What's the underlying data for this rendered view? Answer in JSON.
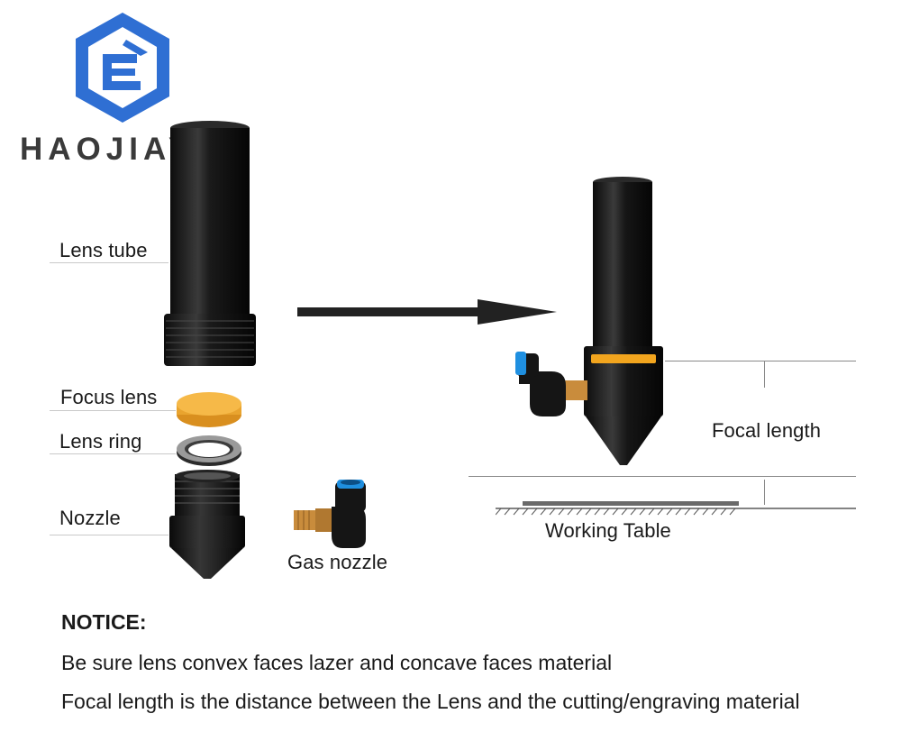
{
  "brand": {
    "name": "HAOJIAYI"
  },
  "parts": {
    "lens_tube": "Lens tube",
    "focus_lens": "Focus lens",
    "lens_ring": "Lens ring",
    "nozzle": "Nozzle",
    "gas_nozzle": "Gas nozzle"
  },
  "assembly": {
    "focal_length": "Focal length",
    "working_table": "Working Table"
  },
  "notice": {
    "title": "NOTICE:",
    "lines": [
      "Be sure lens convex faces lazer and concave faces material",
      "Focal length is the distance between the Lens and the cutting/engraving material"
    ]
  },
  "colors": {
    "logo_blue": "#2f6fd3",
    "metal_black": "#1c1c1c",
    "lens_orange": "#f2b13a",
    "brass": "#c98c3c",
    "fitting_blue": "#1f8fe0"
  }
}
